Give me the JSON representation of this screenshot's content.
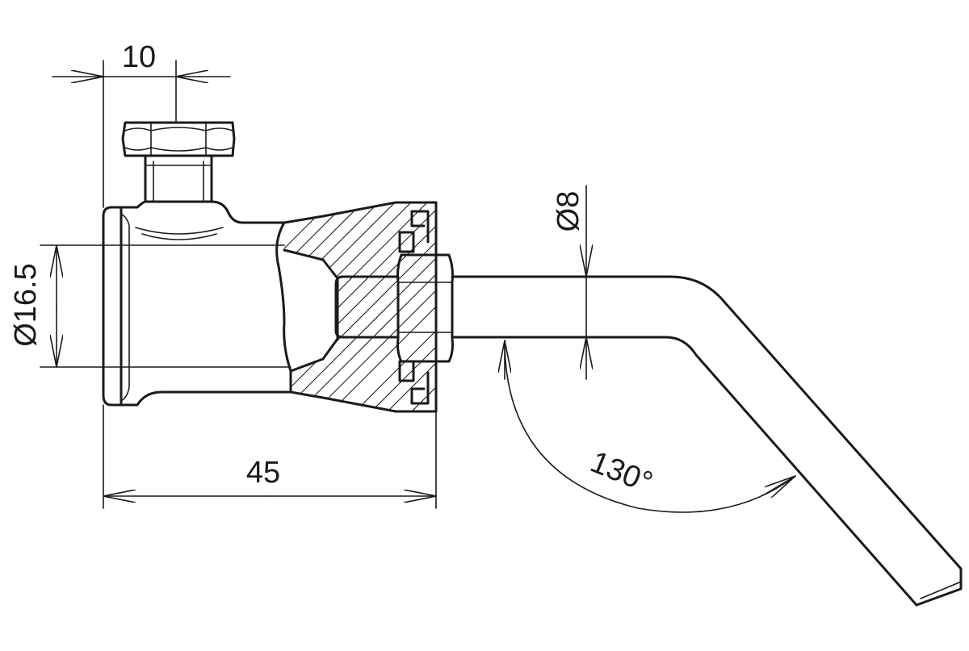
{
  "dimensions": {
    "top_width": "10",
    "bore_diameter": "Ø16.5",
    "overall_length": "45",
    "tube_diameter": "Ø8",
    "bend_angle": "130°"
  },
  "colors": {
    "line": "#1a1a1a",
    "background": "#ffffff"
  }
}
